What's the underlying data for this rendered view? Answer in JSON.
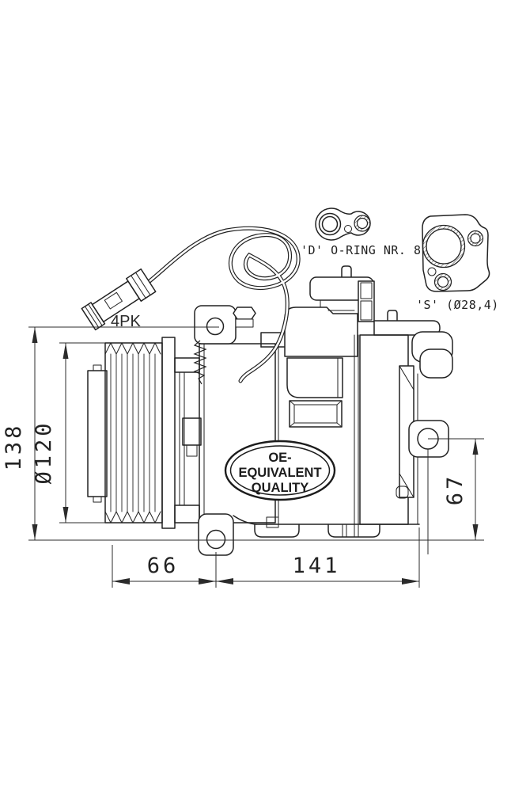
{
  "page": {
    "background": "#ffffff",
    "ink_color": "#222222"
  },
  "details": {
    "oring_label": "'D' O-RING NR. 8",
    "gasket_label": "'S' (Ø28,4)"
  },
  "connector": {
    "belt_label": "4PK"
  },
  "badge": {
    "line1": "OE-",
    "line2": "EQUIVALENT",
    "line3": "QUALITY"
  },
  "dimensions": {
    "overall_height": "138",
    "pulley_diameter": "Ø120",
    "pulley_offset": "66",
    "mounting_length": "141",
    "mount_height": "67"
  }
}
